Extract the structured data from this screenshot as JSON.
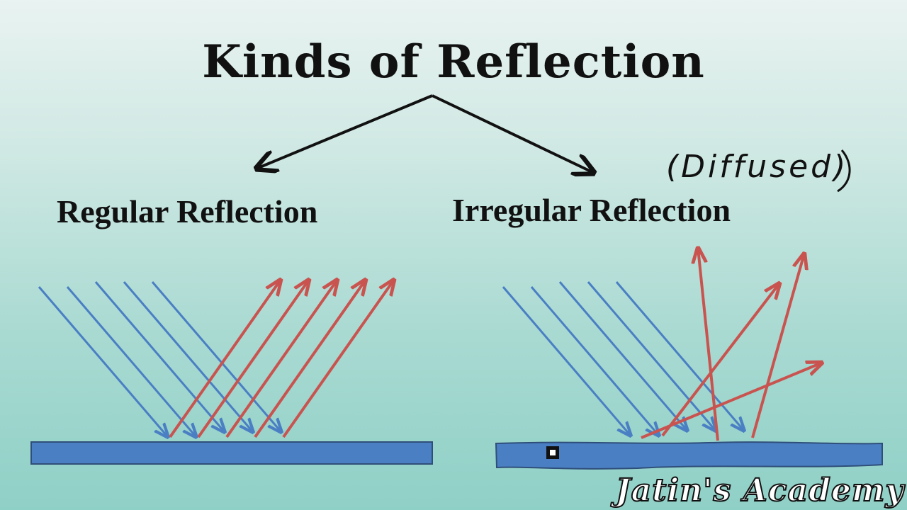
{
  "title": "Kinds of Reflection",
  "left": {
    "label": "Regular Reflection"
  },
  "right": {
    "label": "Irregular Reflection",
    "note": "(Diffused)"
  },
  "watermark": "Jatin's Academy",
  "colors": {
    "incident_ray": "#4a7fc4",
    "reflected_ray": "#c9534f",
    "surface_fill": "#4a7fc4",
    "surface_stroke": "#2f4f7a",
    "branch_arrow": "#111111"
  },
  "icons": {
    "cursor": "black-square-cursor-icon"
  }
}
